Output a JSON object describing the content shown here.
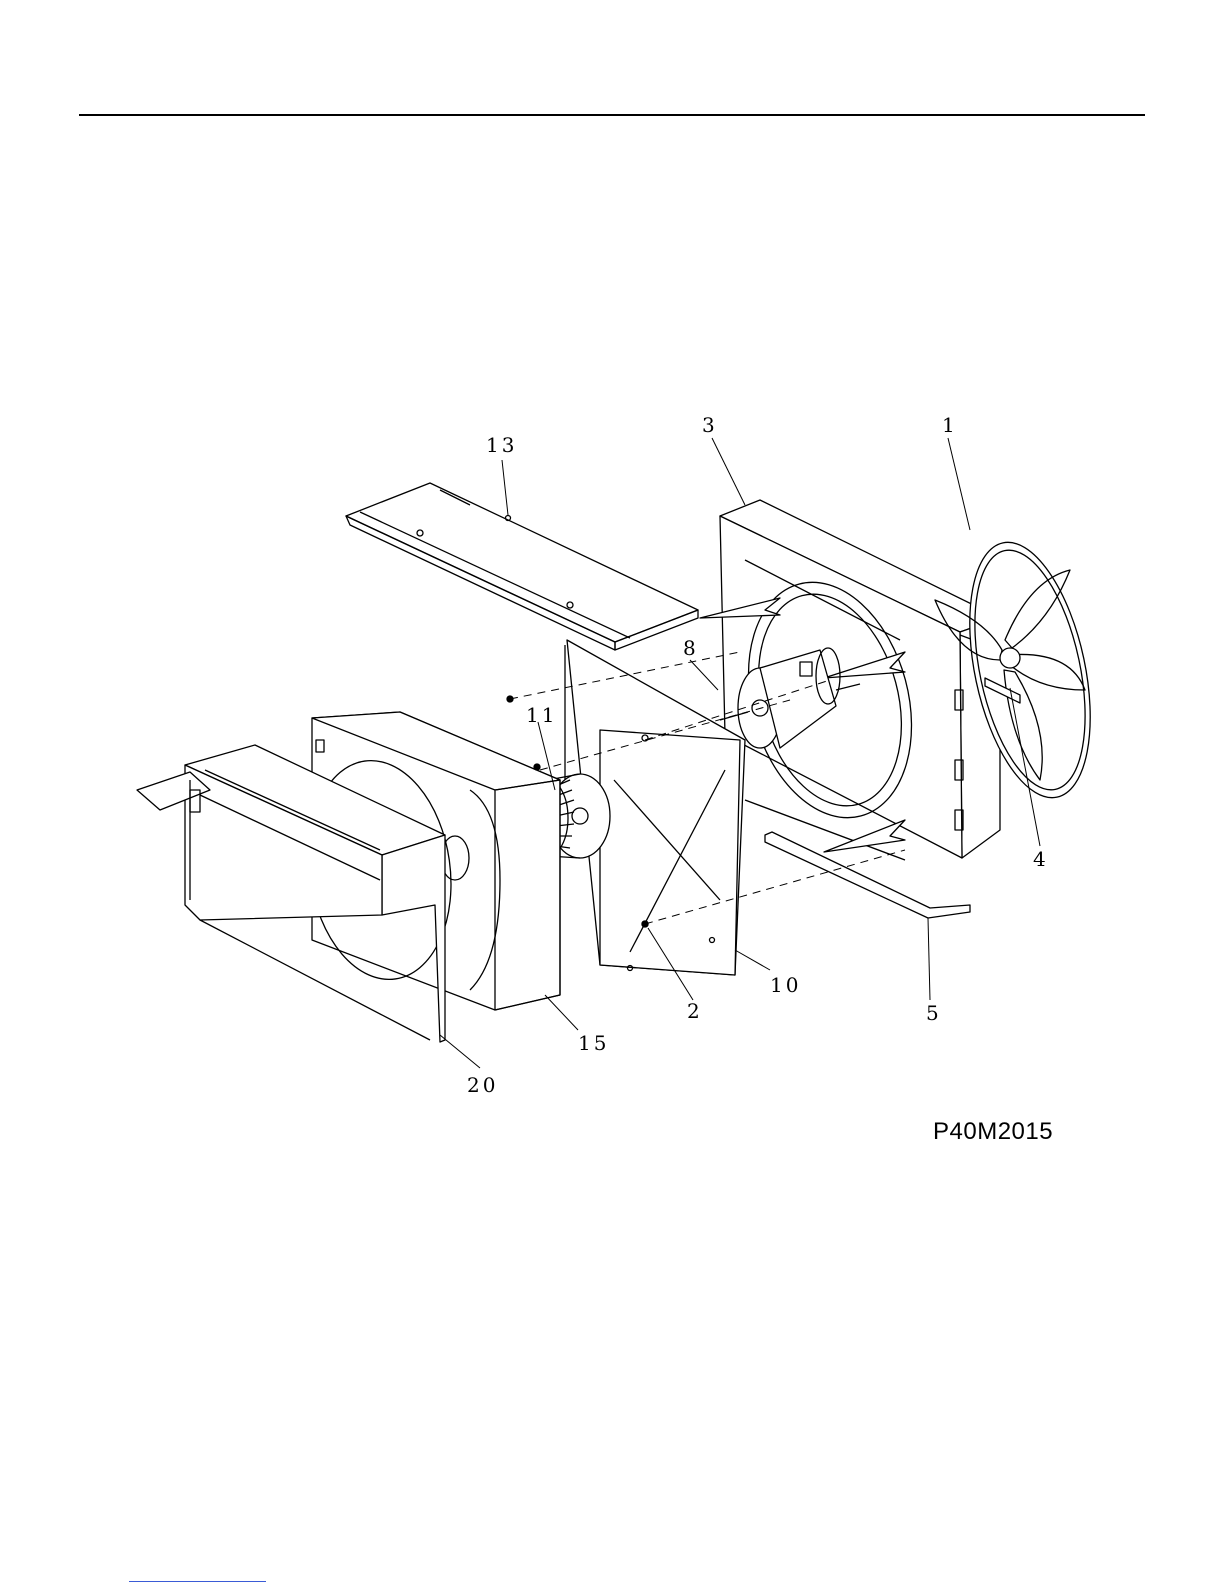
{
  "callouts": {
    "c1": "1",
    "c2": "2",
    "c3": "3",
    "c4": "4",
    "c5": "5",
    "c8": "8",
    "c10": "10",
    "c11": "11",
    "c13": "13",
    "c15": "15",
    "c20": "20"
  },
  "diagram_code": "P40M2015"
}
